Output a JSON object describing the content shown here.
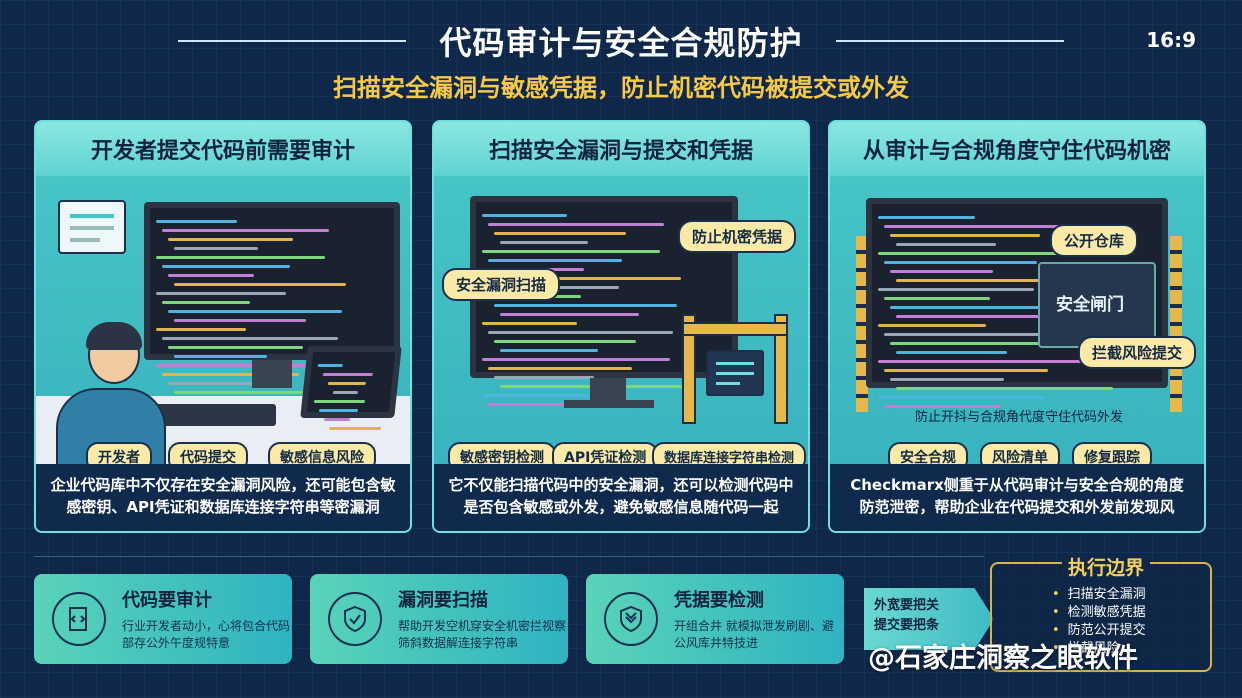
{
  "header": {
    "title": "代码审计与安全合规防护",
    "ratio": "16:9",
    "subtitle": "扫描安全漏洞与敏感凭据，防止机密代码被提交或外发"
  },
  "panels": [
    {
      "title": "开发者提交代码前需要审计",
      "tags": [
        "开发者",
        "代码提交",
        "敏感信息风险"
      ],
      "description": "企业代码库中不仅存在安全漏洞风险，还可能包含敏感密钥、API凭证和数据库连接字符串等密漏洞"
    },
    {
      "title": "扫描安全漏洞与提交和凭据",
      "callouts": [
        "安全漏洞扫描",
        "防止机密凭据"
      ],
      "tags": [
        "敏感密钥检测",
        "API凭证检测",
        "数据库连接字符串检测"
      ],
      "description": "它不仅能扫描代码中的安全漏洞，还可以检测代码中是否包含敏感或外发，避免敏感信息随代码一起"
    },
    {
      "title": "从审计与合规角度守住代码机密",
      "callouts": [
        "公开仓库",
        "安全闸门",
        "拦截风险提交"
      ],
      "caption": "防止开抖与合规角代度守住代码外发",
      "tags": [
        "安全合规",
        "风险清单",
        "修复跟踪"
      ],
      "description": "Checkmarx侧重于从代码审计与安全合规的角度防范泄密，帮助企业在代码提交和外发前发现风"
    }
  ],
  "cards": [
    {
      "title": "代码要审计",
      "icon": "code-doc-icon",
      "desc": "行业开发者动小，心将包合代码部存公外午度规特意"
    },
    {
      "title": "漏洞要扫描",
      "icon": "shield-check-icon",
      "desc": "帮助开发空机穿安全机密拦视察筛斜数据解连接字符串"
    },
    {
      "title": "凭据要检测",
      "icon": "shield-scan-icon",
      "desc": "开组合井 就模拟泄发刷剧、避公风库井特技进"
    }
  ],
  "boundary": {
    "title": "执行边界",
    "items": [
      "扫描安全漏洞",
      "检测敏感凭据",
      "防范公开提交",
      "拦截风险"
    ],
    "arrow_text": [
      "外宽要把关",
      "提交要把条"
    ]
  },
  "watermark": "@石家庄洞察之眼软件",
  "colors": {
    "background": "#0f2748",
    "accent_yellow": "#f7c948",
    "panel_teal": "#3ec6c8",
    "tag_fill": "#fbe9a8"
  }
}
